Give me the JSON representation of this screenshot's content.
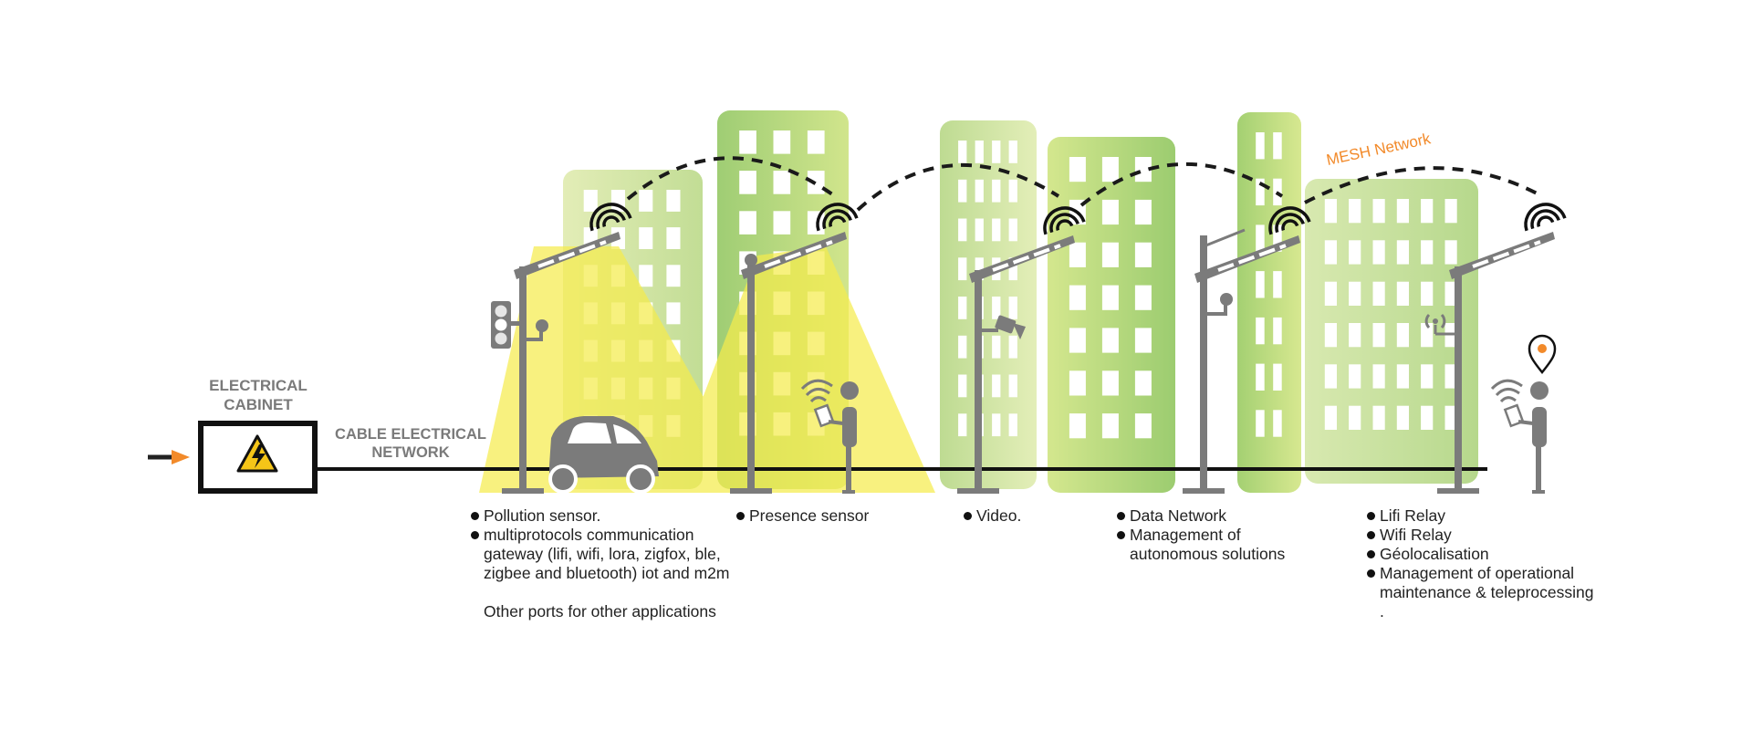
{
  "cabinet": {
    "title_line1": "ELECTRICAL",
    "title_line2": "CABINET"
  },
  "cable": {
    "line1": "CABLE ELECTRICAL",
    "line2": "NETWORK"
  },
  "mesh_label": "MESH Network",
  "groups": [
    {
      "items": [
        "Pollution sensor.",
        "multiprotocols communication gateway (lifi, wifi, lora, zigfox, ble, zigbee and bluetooth) iot and m2m"
      ],
      "extra": "Other ports for other applications"
    },
    {
      "items": [
        "Presence sensor"
      ]
    },
    {
      "items": [
        "Video."
      ]
    },
    {
      "items": [
        "Data Network",
        "Management of autonomous solutions"
      ]
    },
    {
      "items": [
        "Lifi Relay",
        "Wifi Relay",
        "Géolocalisation",
        "Management of operational maintenance & teleprocessing"
      ],
      "trailing": "."
    }
  ],
  "colors": {
    "pole": "#7b7b7b",
    "light_beam": "#f5ec4d",
    "building_light": "#d6e6a8",
    "building_mid": "#b4d97e",
    "building_dark": "#97c96a",
    "cable": "#111111",
    "accent_orange": "#f28a2a",
    "warning_yellow": "#f5c518"
  },
  "icons": [
    "warning-icon",
    "arrow-icon",
    "wifi-icon",
    "traffic-light-icon",
    "camera-icon",
    "location-pin-icon",
    "tablet-icon",
    "antenna-icon",
    "car-icon",
    "person-icon"
  ]
}
